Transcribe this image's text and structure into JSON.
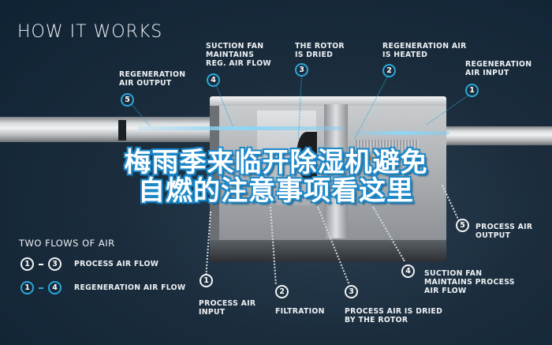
{
  "title": "HOW IT WORKS",
  "overlay_text": {
    "line1": "梅雨季来临开除湿机避免",
    "line2": "自燃的注意事项看这里"
  },
  "top_callouts": [
    {
      "number": "5",
      "label": "REGENERATION\nAIR OUTPUT"
    },
    {
      "number": "4",
      "label": "SUCTION FAN\nMAINTAINS\nREG. AIR FLOW"
    },
    {
      "number": "3",
      "label": "THE ROTOR\nIS DRIED"
    },
    {
      "number": "2",
      "label": "REGENERATION AIR\nIS HEATED"
    },
    {
      "number": "1",
      "label": "REGENERATION\nAIR INPUT"
    }
  ],
  "bottom_callouts": [
    {
      "number": "1",
      "label": "PROCESS AIR\nINPUT"
    },
    {
      "number": "2",
      "label": "FILTRATION"
    },
    {
      "number": "3",
      "label": "PROCESS AIR IS DRIED\nBY THE ROTOR"
    },
    {
      "number": "4",
      "label": "SUCTION FAN\nMAINTAINS PROCESS\nAIR FLOW"
    },
    {
      "number": "5",
      "label": "PROCESS AIR\nOUTPUT"
    }
  ],
  "legend": {
    "title": "TWO FLOWS OF AIR",
    "rows": [
      {
        "from": "1",
        "to": "3",
        "label": "PROCESS AIR FLOW",
        "color": "#ffffff"
      },
      {
        "from": "1",
        "to": "4",
        "label": "REGENERATION AIR FLOW",
        "color": "#2aa8d8"
      }
    ]
  },
  "colors": {
    "background": "#0f2233",
    "regeneration_accent": "#2aa8d8",
    "process_accent": "#ffffff",
    "overlay_outline": "#1e88c8"
  }
}
